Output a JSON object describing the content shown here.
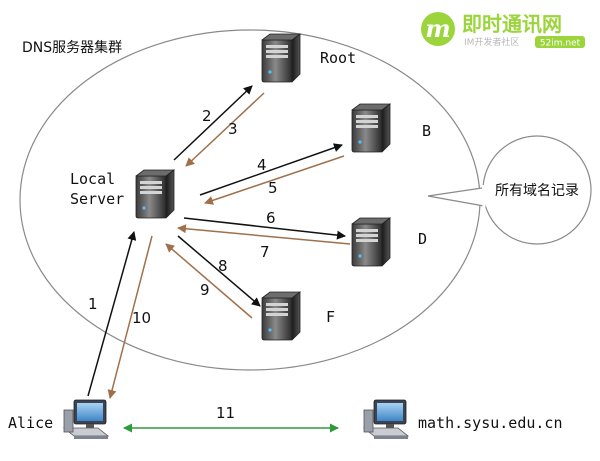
{
  "watermark": {
    "logo_letter": "m",
    "brand": "即时通讯网",
    "tagline": "IM开发者社区",
    "site": "52im.net",
    "color": "#9bd53b"
  },
  "cluster_label": "DNS服务器集群",
  "nodes": {
    "root": "Root",
    "b": "B",
    "d": "D",
    "f": "F",
    "local": [
      "Local",
      "Server"
    ],
    "alice": "Alice",
    "target": "math.sysu.edu.cn"
  },
  "callout": "所有域名记录",
  "steps": [
    "1",
    "2",
    "3",
    "4",
    "5",
    "6",
    "7",
    "8",
    "9",
    "10",
    "11"
  ],
  "colors": {
    "request": "#111111",
    "response": "#a0704a",
    "direct": "#2e9a3a"
  }
}
